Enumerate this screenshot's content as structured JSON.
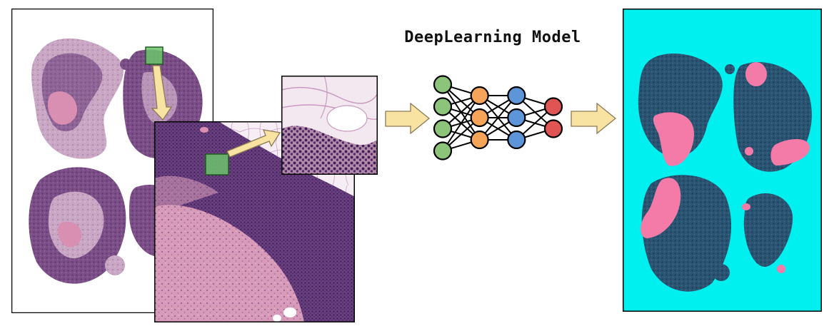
{
  "title": "DeepLearning Model",
  "colors": {
    "tissue_purple": "#7a4f86",
    "tissue_pink": "#d98fb2",
    "patch_green": "#5fbf5f",
    "arrow_fill": "#f9e3a2",
    "arrow_stroke": "#8a7a55",
    "output_bg": "#00f0f0",
    "output_tissue": "#244f6e",
    "output_pink": "#f47aa8",
    "nn_input": "#8cc47a",
    "nn_hidden1": "#f5a45a",
    "nn_hidden2": "#5d95d8",
    "nn_output": "#e05454"
  },
  "network": {
    "layers": [
      4,
      3,
      3,
      2
    ]
  }
}
